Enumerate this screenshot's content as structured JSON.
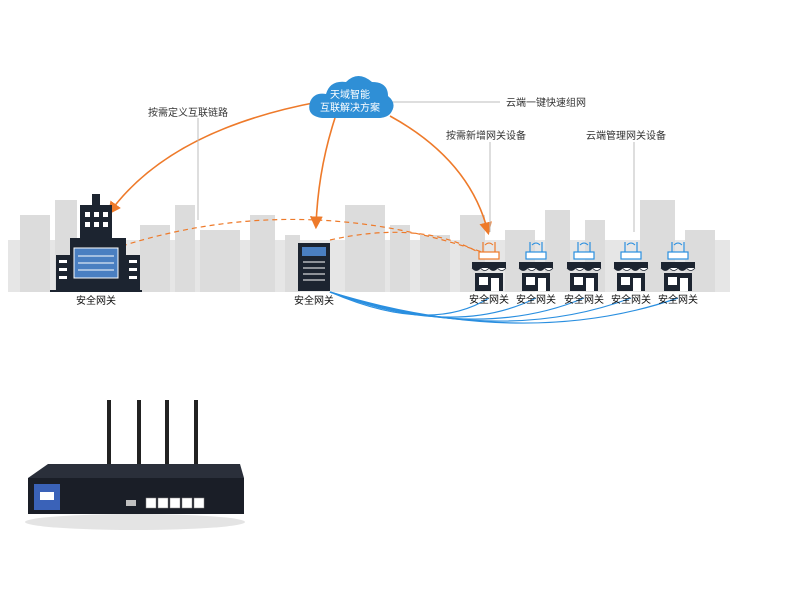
{
  "cloud": {
    "line1": "天域智能",
    "line2": "互联解决方案",
    "color": "#2f8fd6"
  },
  "annotations": {
    "custom_links": "按需定义互联链路",
    "cloud_networking": "云端一键快速组网",
    "add_gateway": "按需新增网关设备",
    "cloud_manage": "云端管理网关设备"
  },
  "gateway_label": "安全网关",
  "store_count": 5,
  "colors": {
    "orange": "#ee7a2a",
    "blue": "#2a8fe0",
    "skyline": "#d9d9d9",
    "dark": "#1c2430",
    "gray_line": "#bdbdbd"
  },
  "icons": [
    "cloud-icon",
    "office-building-icon",
    "server-icon",
    "store-icon",
    "router-icon",
    "gateway-device-icon"
  ]
}
